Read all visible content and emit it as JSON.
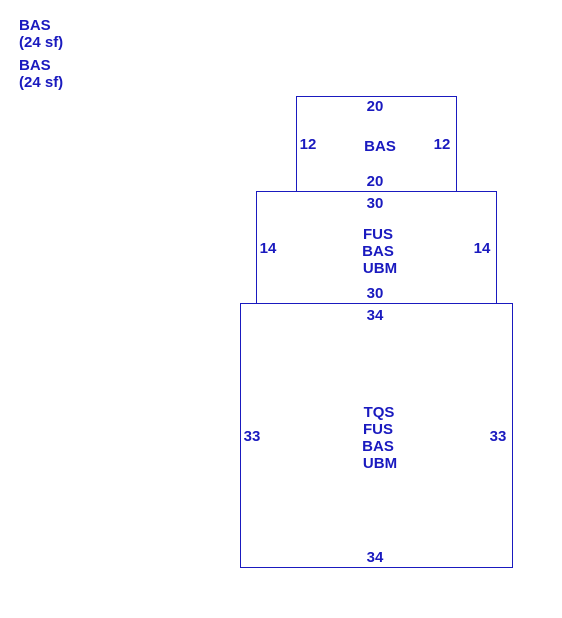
{
  "colors": {
    "ink": "#1a1abf",
    "background": "#ffffff"
  },
  "legend": [
    {
      "code": "BAS",
      "area": "(24 sf)"
    },
    {
      "code": "BAS",
      "area": "(24 sf)"
    }
  ],
  "sections": [
    {
      "top": "20",
      "bottom": "20",
      "left": "12",
      "right": "12",
      "labels": [
        "BAS"
      ]
    },
    {
      "top": "30",
      "bottom": "30",
      "left": "14",
      "right": "14",
      "labels": [
        "FUS",
        "BAS",
        "UBM"
      ]
    },
    {
      "top": "34",
      "bottom": "34",
      "left": "33",
      "right": "33",
      "labels": [
        "TQS",
        "FUS",
        "BAS",
        "UBM"
      ]
    }
  ]
}
